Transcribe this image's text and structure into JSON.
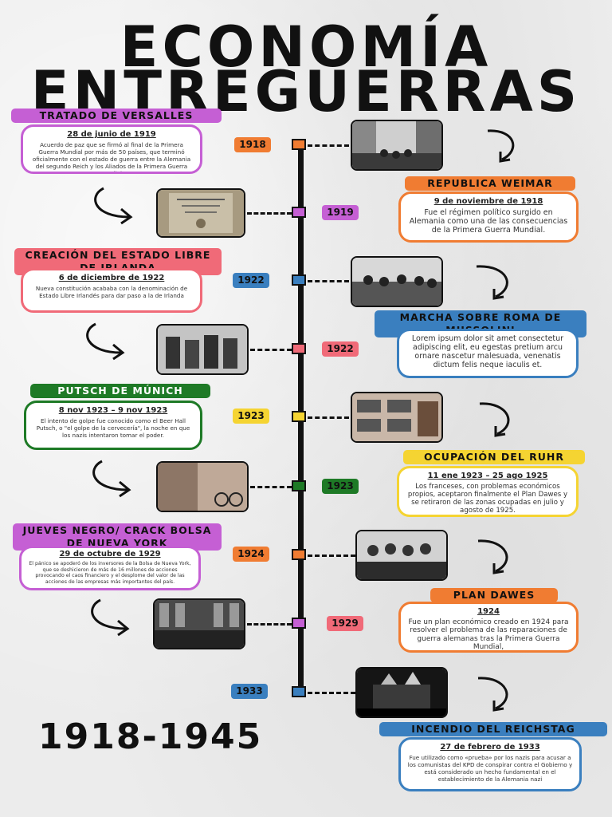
{
  "title": {
    "line1": "ECONOMÍA",
    "line2": "ENTREGUERRAS"
  },
  "period": "1918-1945",
  "colors": {
    "purple": "#c55fd4",
    "orange": "#f07c32",
    "blue": "#3a7fbf",
    "pink": "#f06a78",
    "green": "#1e7a26",
    "yellow": "#f5d432",
    "black": "#111111"
  },
  "events": [
    {
      "year": "1918",
      "tag": "TRATADO DE VERSALLES",
      "date": "28 de junio de 1919",
      "text": "Acuerdo de paz que se firmó al final de la Primera Guerra Mundial por más de 50 países, que terminó oficialmente con el estado de guerra entre la Alemania del segundo Reich y los Aliados de la Primera Guerra Mundial."
    },
    {
      "year": "1919",
      "tag": "REPUBLICA WEIMAR",
      "date": "9 de noviembre de 1918",
      "text": "Fue el régimen político surgido en Alemania como una de las consecuencias de la Primera Guerra Mundial."
    },
    {
      "year": "1922",
      "tag": "CREACIÓN DEL ESTADO LIBRE DE IRLANDA",
      "date": "6 de diciembre de 1922",
      "text": "Nueva constitución acababa con la denominación de Estado Libre Irlandés para dar paso a la de Irlanda"
    },
    {
      "year": "1922",
      "tag": "MARCHA SOBRE ROMA DE MUSSOLINI",
      "date": "",
      "text": "Lorem ipsum dolor sit amet consectetur adipiscing elit, eu egestas pretium arcu ornare nascetur malesuada, venenatis dictum felis neque iaculis et."
    },
    {
      "year": "1923",
      "tag": "PUTSCH DE MÚNICH",
      "date": "8 nov 1923 – 9 nov 1923",
      "text": "El intento de golpe fue conocido como el Beer Hall Putsch, o \"el golpe de la cervecería\", la noche en que los nazis intentaron tomar el poder."
    },
    {
      "year": "1923",
      "tag": "OCUPACIÓN DEL RUHR",
      "date": "11 ene 1923 – 25 ago 1925",
      "text": "Los franceses, con problemas económicos propios, aceptaron finalmente el Plan Dawes y se retiraron de las zonas ocupadas en julio y agosto de 1925."
    },
    {
      "year": "1924",
      "tag": "JUEVES NEGRO/ CRACK BOLSA DE NUEVA YORK",
      "date": "29 de octubre de 1929",
      "text": "El pánico se apoderó de los inversores de la Bolsa de Nueva York, que se deshicieron de más de 16 millones de acciones provocando el caos financiero y el desplome del valor de las acciones de las empresas más importantes del país."
    },
    {
      "year": "1929",
      "tag": "PLAN DAWES",
      "date": "1924",
      "text": "Fue un plan económico creado en 1924 para resolver el problema de las reparaciones de guerra alemanas tras la Primera Guerra Mundial,"
    },
    {
      "year": "1933",
      "tag": "INCENDIO DEL REICHSTAG",
      "date": "27 de febrero de 1933",
      "text": "Fue utilizado como «prueba» por los nazis para acusar a los comunistas del KPD de conspirar contra el Gobierno y está considerado un hecho fundamental en el establecimiento de la Alemania nazi"
    }
  ],
  "photos": [
    "street-crowd-photo",
    "treaty-document-photo",
    "march-crowd-photo",
    "irish-delegates-photo",
    "putsch-beerhall-photo",
    "ruhr-occupation-photo",
    "stock-exchange-photo",
    "dawes-committee-photo",
    "reichstag-fire-photo"
  ]
}
